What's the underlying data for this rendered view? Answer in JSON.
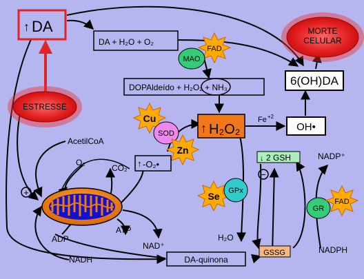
{
  "nodes": {
    "da": "DA",
    "da_arrow": "↑",
    "reaction_top": "DA + H₂O + O₂",
    "fad_top": "FAD",
    "mao": "MAO",
    "morte_line1": "MORTE",
    "morte_line2": "CELULAR",
    "ohda": "6(OH)DA",
    "dopaldeido": "DOPAldeído +  H₂O₂ + NH₃",
    "estresse": "ESTRESSE",
    "cu": "Cu",
    "sod": "SOD",
    "zn": "Zn",
    "h2o2_arrow": "↑",
    "h2o2": "H₂O₂",
    "fe": "Fe",
    "fe_sup": "+2",
    "oh_radical": "OH•",
    "acetilcoa": "AcetilCoA",
    "o2": "O₂",
    "co2": "CO₂",
    "superoxide_arrow": "↑",
    "superoxide": "-O₂•",
    "gsh": "2 GSH",
    "gsh_arrow": "↓",
    "nadp_plus": "NADP⁺",
    "minus": "−",
    "plus": "+",
    "se": "Se",
    "gpx": "GPx",
    "gr": "GR",
    "fad_right": "FAD",
    "adp": "ADP",
    "atp": "ATP",
    "nad_plus": "NAD⁺",
    "h2o": "H₂O",
    "gssg": "GSSG",
    "nadph": "NADPH",
    "nadh": "NADH",
    "da_quinona": "DA-quinona"
  },
  "colors": {
    "background": "#b5b5f0",
    "stress_red": "#e32222",
    "h2o2_orange": "#f07818",
    "burst_yellow": "#ffaa00",
    "mao_green": "#33cc77",
    "sod_pink": "#ee88ee",
    "gpx_cyan": "#33cccc",
    "gsh_green": "#aaeebb",
    "gssg_orange": "#f5b885",
    "mito_orange": "#ee7711",
    "mito_blue": "#1111cc"
  }
}
